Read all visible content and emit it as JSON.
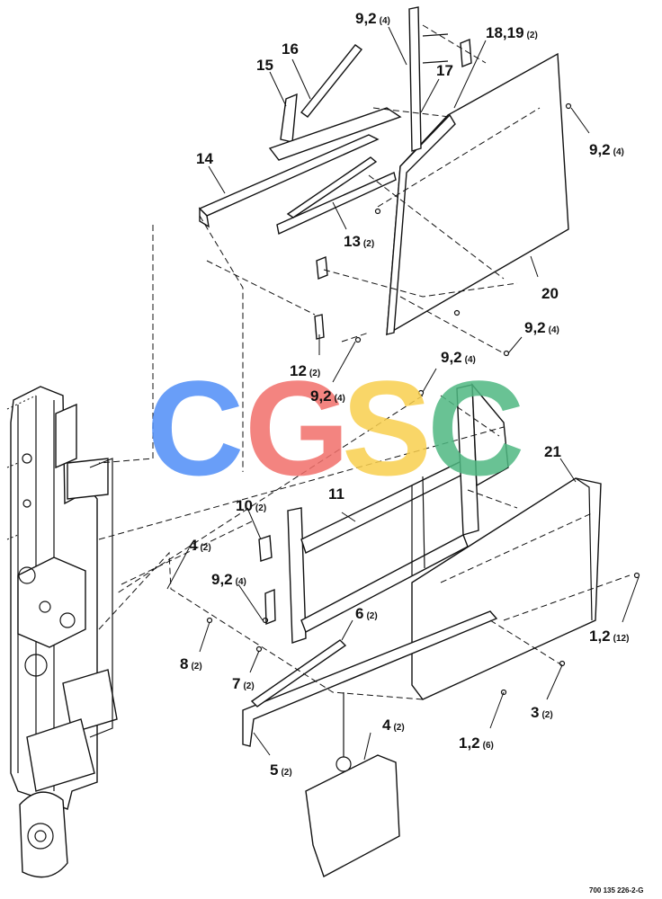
{
  "watermark": {
    "letters": [
      {
        "char": "C",
        "color": "#4f8ef7"
      },
      {
        "char": "G",
        "color": "#f26f6a"
      },
      {
        "char": "S",
        "color": "#f9cf4e"
      },
      {
        "char": "C",
        "color": "#4fb882"
      }
    ]
  },
  "callouts": [
    {
      "id": "c-9-2-top",
      "num": "9,2",
      "qty": "(4)"
    },
    {
      "id": "c-18-19",
      "num": "18,19",
      "qty": "(2)"
    },
    {
      "id": "c-16",
      "num": "16",
      "qty": ""
    },
    {
      "id": "c-15",
      "num": "15",
      "qty": ""
    },
    {
      "id": "c-17",
      "num": "17",
      "qty": ""
    },
    {
      "id": "c-9-2-right",
      "num": "9,2",
      "qty": "(4)"
    },
    {
      "id": "c-14",
      "num": "14",
      "qty": ""
    },
    {
      "id": "c-13",
      "num": "13",
      "qty": "(2)"
    },
    {
      "id": "c-20",
      "num": "20",
      "qty": ""
    },
    {
      "id": "c-9-2-mid",
      "num": "9,2",
      "qty": "(4)"
    },
    {
      "id": "c-12",
      "num": "12",
      "qty": "(2)"
    },
    {
      "id": "c-9-2-center",
      "num": "9,2",
      "qty": "(4)"
    },
    {
      "id": "c-9-2-left",
      "num": "9,2",
      "qty": "(4)"
    },
    {
      "id": "c-21",
      "num": "21",
      "qty": ""
    },
    {
      "id": "c-10",
      "num": "10",
      "qty": "(2)"
    },
    {
      "id": "c-11",
      "num": "11",
      "qty": ""
    },
    {
      "id": "c-4-upper",
      "num": "4",
      "qty": "(2)"
    },
    {
      "id": "c-9-2-low",
      "num": "9,2",
      "qty": "(4)"
    },
    {
      "id": "c-6",
      "num": "6",
      "qty": "(2)"
    },
    {
      "id": "c-1-2-12",
      "num": "1,2",
      "qty": "(12)"
    },
    {
      "id": "c-8",
      "num": "8",
      "qty": "(2)"
    },
    {
      "id": "c-7",
      "num": "7",
      "qty": "(2)"
    },
    {
      "id": "c-3",
      "num": "3",
      "qty": "(2)"
    },
    {
      "id": "c-1-2-6",
      "num": "1,2",
      "qty": "(6)"
    },
    {
      "id": "c-4-lower",
      "num": "4",
      "qty": "(2)"
    },
    {
      "id": "c-5",
      "num": "5",
      "qty": "(2)"
    }
  ],
  "document_number": "700 135 226-2-G"
}
